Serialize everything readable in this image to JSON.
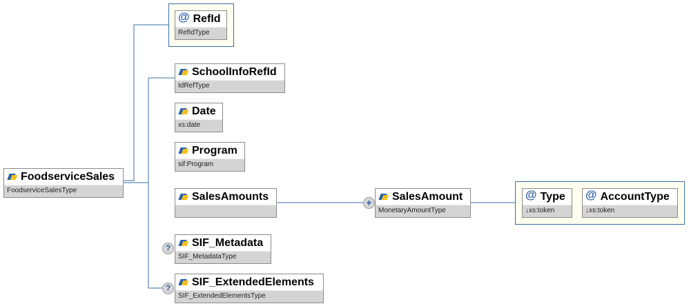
{
  "root": {
    "name": "FoodserviceSales",
    "type": "FoodserviceSalesType"
  },
  "root_attribute": {
    "name": "RefId",
    "type": "RefIdType"
  },
  "children": [
    {
      "name": "SchoolInfoRefId",
      "type": "IdRefType"
    },
    {
      "name": "Date",
      "type": "xs:date"
    },
    {
      "name": "Program",
      "type": "sif:Program"
    },
    {
      "name": "SalesAmounts",
      "type": ""
    },
    {
      "name": "SIF_Metadata",
      "type": "SIF_MetadataType",
      "optional_badge": "?"
    },
    {
      "name": "SIF_ExtendedElements",
      "type": "SIF_ExtendedElementsType",
      "optional_badge": "?"
    }
  ],
  "sales_amount": {
    "name": "SalesAmount",
    "type": "MonetaryAmountType",
    "expand_badge": "+"
  },
  "sales_amount_attributes": [
    {
      "name": "Type",
      "type": "↓xs:token"
    },
    {
      "name": "AccountType",
      "type": "↓xs:token"
    }
  ],
  "icons": {
    "attribute": "@"
  },
  "colors": {
    "line": "#3a6ea5",
    "group_bg": "#fffff0",
    "type_bg": "#d4d4d4"
  }
}
